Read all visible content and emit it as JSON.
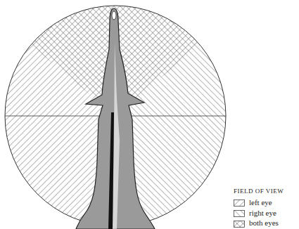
{
  "diagram": {
    "labels": [
      "FIELD OF VIEW"
    ],
    "legend": [
      {
        "text": "left eye"
      },
      {
        "text": "right eye"
      },
      {
        "text": "both eyes"
      }
    ]
  }
}
